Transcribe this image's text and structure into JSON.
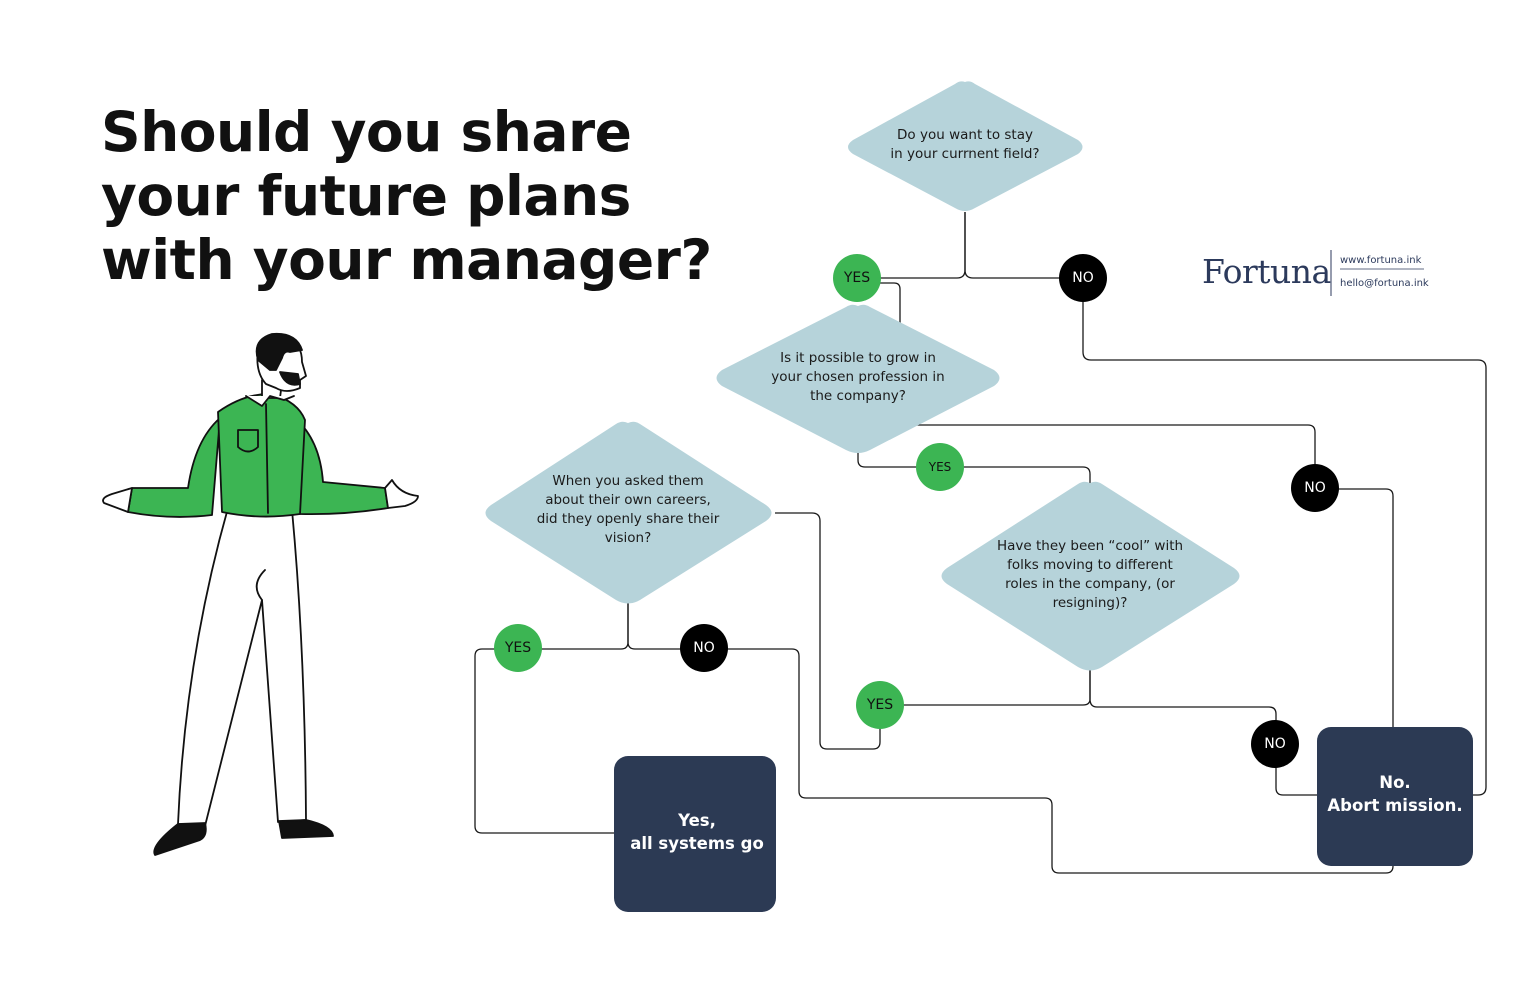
{
  "title": {
    "line1": "Should you share",
    "line2": "your future plans",
    "line3": "with your manager?"
  },
  "brand": {
    "name": "Fortuna",
    "website": "www.fortuna.ink",
    "email": "hello@fortuna.ink"
  },
  "decisions": {
    "current_field": {
      "line1": "Do you want to stay",
      "line2": "in your currnent field?"
    },
    "grow": {
      "line1": "Is it possible to grow in",
      "line2": "your chosen profession in",
      "line3": "the company?"
    },
    "own_careers": {
      "line1": "When you asked them",
      "line2": "about  their own careers,",
      "line3": "did they openly share their",
      "line4": "vision?"
    },
    "cool": {
      "line1": "Have they been “cool” with",
      "line2": "folks moving to different",
      "line3": "roles in the company, (or",
      "line4": "resigning)?"
    }
  },
  "answers": {
    "yes": "YES",
    "no": "NO"
  },
  "outcomes": {
    "go": {
      "line1": "Yes,",
      "line2": "all systems go"
    },
    "abort": {
      "line1": "No.",
      "line2": "Abort mission."
    }
  },
  "colors": {
    "diamond": "#b6d3da",
    "yes": "#3cb553",
    "no": "#000000",
    "terminal": "#2c3a54",
    "shirt": "#3cb553",
    "line": "#1a1a1a"
  }
}
